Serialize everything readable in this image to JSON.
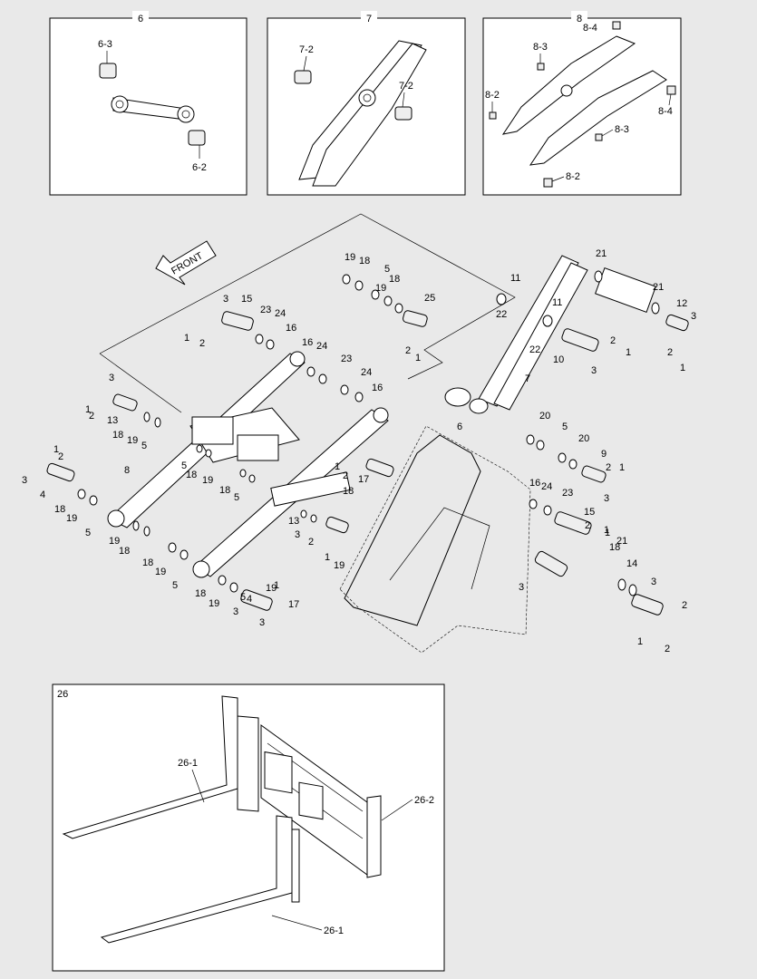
{
  "inset_boxes": {
    "box6": {
      "title": "6",
      "labels": [
        "6-3",
        "6-2"
      ]
    },
    "box7": {
      "title": "7",
      "labels": [
        "7-2",
        "7-2"
      ]
    },
    "box8": {
      "title": "8",
      "labels": [
        "8-4",
        "8-3",
        "8-2",
        "8-4",
        "8-3",
        "8-2"
      ]
    },
    "box26": {
      "title": "26",
      "labels": [
        "26-1",
        "26-2",
        "26-1"
      ]
    }
  },
  "front_arrow": "FRONT",
  "callouts": [
    {
      "t": "19"
    },
    {
      "t": "18"
    },
    {
      "t": "5"
    },
    {
      "t": "18"
    },
    {
      "t": "19"
    },
    {
      "t": "25"
    },
    {
      "t": "3"
    },
    {
      "t": "15"
    },
    {
      "t": "23"
    },
    {
      "t": "24"
    },
    {
      "t": "16"
    },
    {
      "t": "1"
    },
    {
      "t": "2"
    },
    {
      "t": "2"
    },
    {
      "t": "1"
    },
    {
      "t": "11"
    },
    {
      "t": "22"
    },
    {
      "t": "21"
    },
    {
      "t": "21"
    },
    {
      "t": "12"
    },
    {
      "t": "3"
    },
    {
      "t": "11"
    },
    {
      "t": "22"
    },
    {
      "t": "2"
    },
    {
      "t": "1"
    },
    {
      "t": "10"
    },
    {
      "t": "3"
    },
    {
      "t": "2"
    },
    {
      "t": "1"
    },
    {
      "t": "7"
    },
    {
      "t": "16"
    },
    {
      "t": "24"
    },
    {
      "t": "23"
    },
    {
      "t": "24"
    },
    {
      "t": "16"
    },
    {
      "t": "3"
    },
    {
      "t": "1"
    },
    {
      "t": "2"
    },
    {
      "t": "13"
    },
    {
      "t": "18"
    },
    {
      "t": "19"
    },
    {
      "t": "5"
    },
    {
      "t": "6"
    },
    {
      "t": "20"
    },
    {
      "t": "5"
    },
    {
      "t": "20"
    },
    {
      "t": "9"
    },
    {
      "t": "2"
    },
    {
      "t": "1"
    },
    {
      "t": "3"
    },
    {
      "t": "1"
    },
    {
      "t": "2"
    },
    {
      "t": "3"
    },
    {
      "t": "4"
    },
    {
      "t": "8"
    },
    {
      "t": "5"
    },
    {
      "t": "18"
    },
    {
      "t": "19"
    },
    {
      "t": "18"
    },
    {
      "t": "5"
    },
    {
      "t": "1"
    },
    {
      "t": "17"
    },
    {
      "t": "2"
    },
    {
      "t": "16"
    },
    {
      "t": "24"
    },
    {
      "t": "23"
    },
    {
      "t": "15"
    },
    {
      "t": "18"
    },
    {
      "t": "19"
    },
    {
      "t": "5"
    },
    {
      "t": "19"
    },
    {
      "t": "18"
    },
    {
      "t": "5"
    },
    {
      "t": "18"
    },
    {
      "t": "19"
    },
    {
      "t": "13"
    },
    {
      "t": "3"
    },
    {
      "t": "2"
    },
    {
      "t": "1"
    },
    {
      "t": "19"
    },
    {
      "t": "18"
    },
    {
      "t": "18"
    },
    {
      "t": "19"
    },
    {
      "t": "5"
    },
    {
      "t": "3"
    },
    {
      "t": "1"
    },
    {
      "t": "17"
    },
    {
      "t": "3"
    },
    {
      "t": "2"
    },
    {
      "t": "1"
    },
    {
      "t": "21"
    },
    {
      "t": "14"
    },
    {
      "t": "3"
    },
    {
      "t": "2"
    },
    {
      "t": "1"
    },
    {
      "t": "2"
    },
    {
      "t": "1"
    },
    {
      "t": "18"
    },
    {
      "t": "19"
    },
    {
      "t": "4"
    },
    {
      "t": "3"
    }
  ]
}
